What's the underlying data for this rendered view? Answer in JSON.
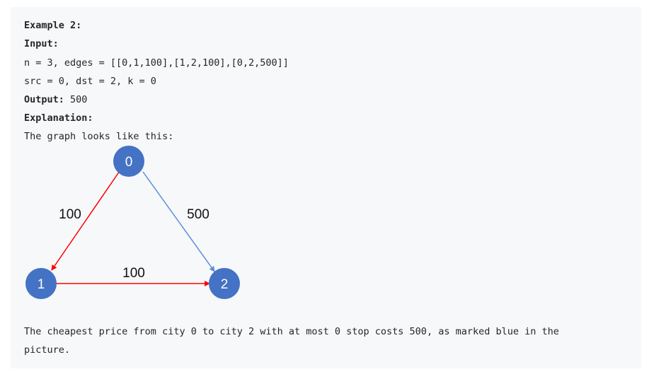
{
  "example": {
    "heading": "Example 2:",
    "input_label": "Input:",
    "input_line1": "n = 3, edges = [[0,1,100],[1,2,100],[0,2,500]]",
    "input_line2": "src = 0, dst = 2, k = 0",
    "output_label": "Output:",
    "output_value": " 500",
    "explanation_label": "Explanation:",
    "graph_intro": "The graph looks like this:",
    "summary_line1": "The cheapest price from city 0 to city 2 with at most 0 stop costs 500, as marked blue in the",
    "summary_line2": "picture."
  },
  "graph": {
    "nodes": [
      "0",
      "1",
      "2"
    ],
    "edges": [
      {
        "from": "0",
        "to": "1",
        "label": "100",
        "color": "#ff0000"
      },
      {
        "from": "0",
        "to": "2",
        "label": "500",
        "color": "#5b8fd9"
      },
      {
        "from": "1",
        "to": "2",
        "label": "100",
        "color": "#ff0000"
      }
    ],
    "node_color": "#4472c4"
  }
}
